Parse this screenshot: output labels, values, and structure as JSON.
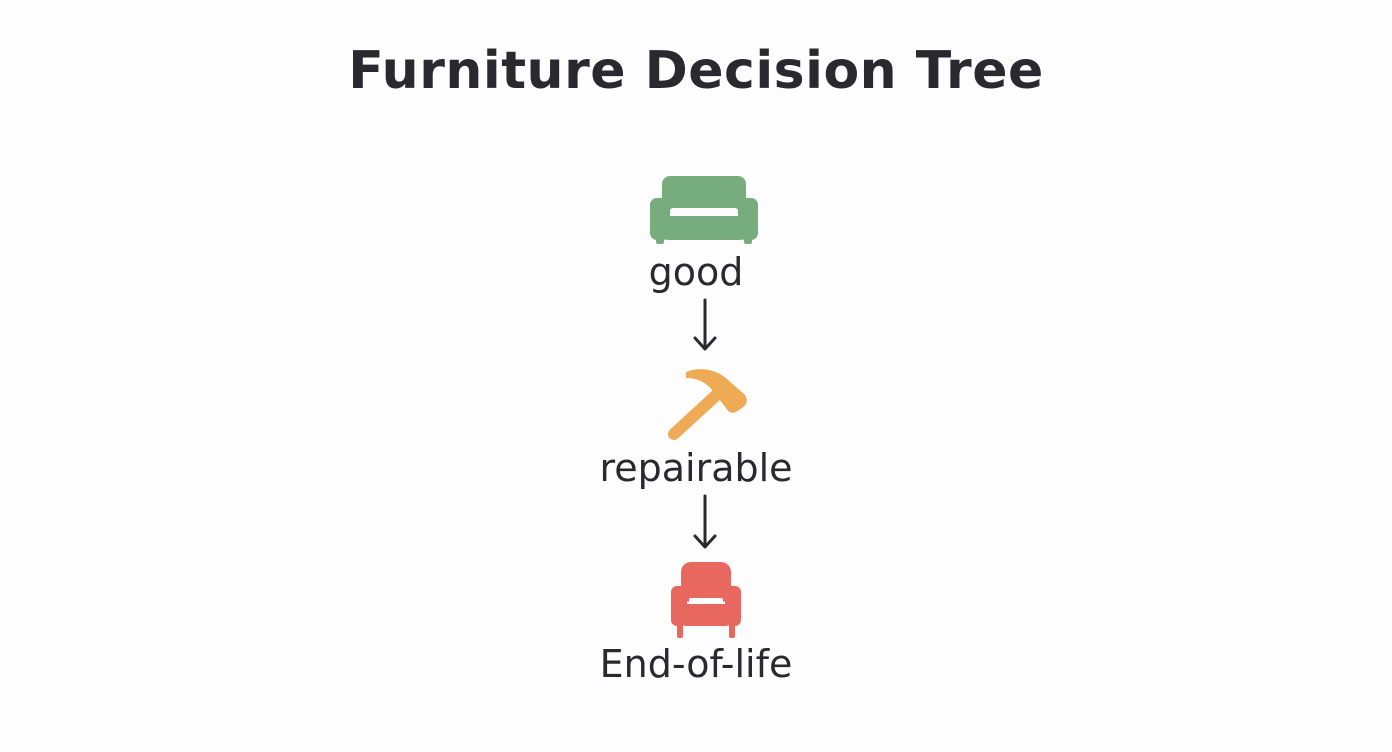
{
  "diagram": {
    "title": "Furniture Decision Tree",
    "nodes": [
      {
        "label": "good",
        "icon": "sofa-icon",
        "color": "#77ad7e"
      },
      {
        "label": "repairable",
        "icon": "hammer-icon",
        "color": "#efaa56"
      },
      {
        "label": "End-of-life",
        "icon": "armchair-icon",
        "color": "#e8685f"
      }
    ],
    "arrow_color": "#2b2930"
  }
}
